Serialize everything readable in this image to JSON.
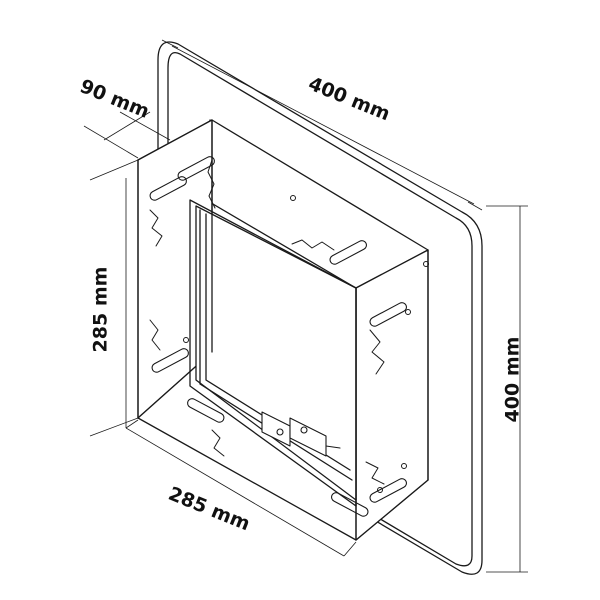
{
  "dimensions": {
    "depth": "90 mm",
    "outer_width": "400 mm",
    "outer_height": "400 mm",
    "inner_height": "285 mm",
    "inner_width": "285 mm"
  },
  "colors": {
    "line": "#1a1a1a",
    "panel_fill": "#ffffff",
    "background": "#ffffff"
  }
}
